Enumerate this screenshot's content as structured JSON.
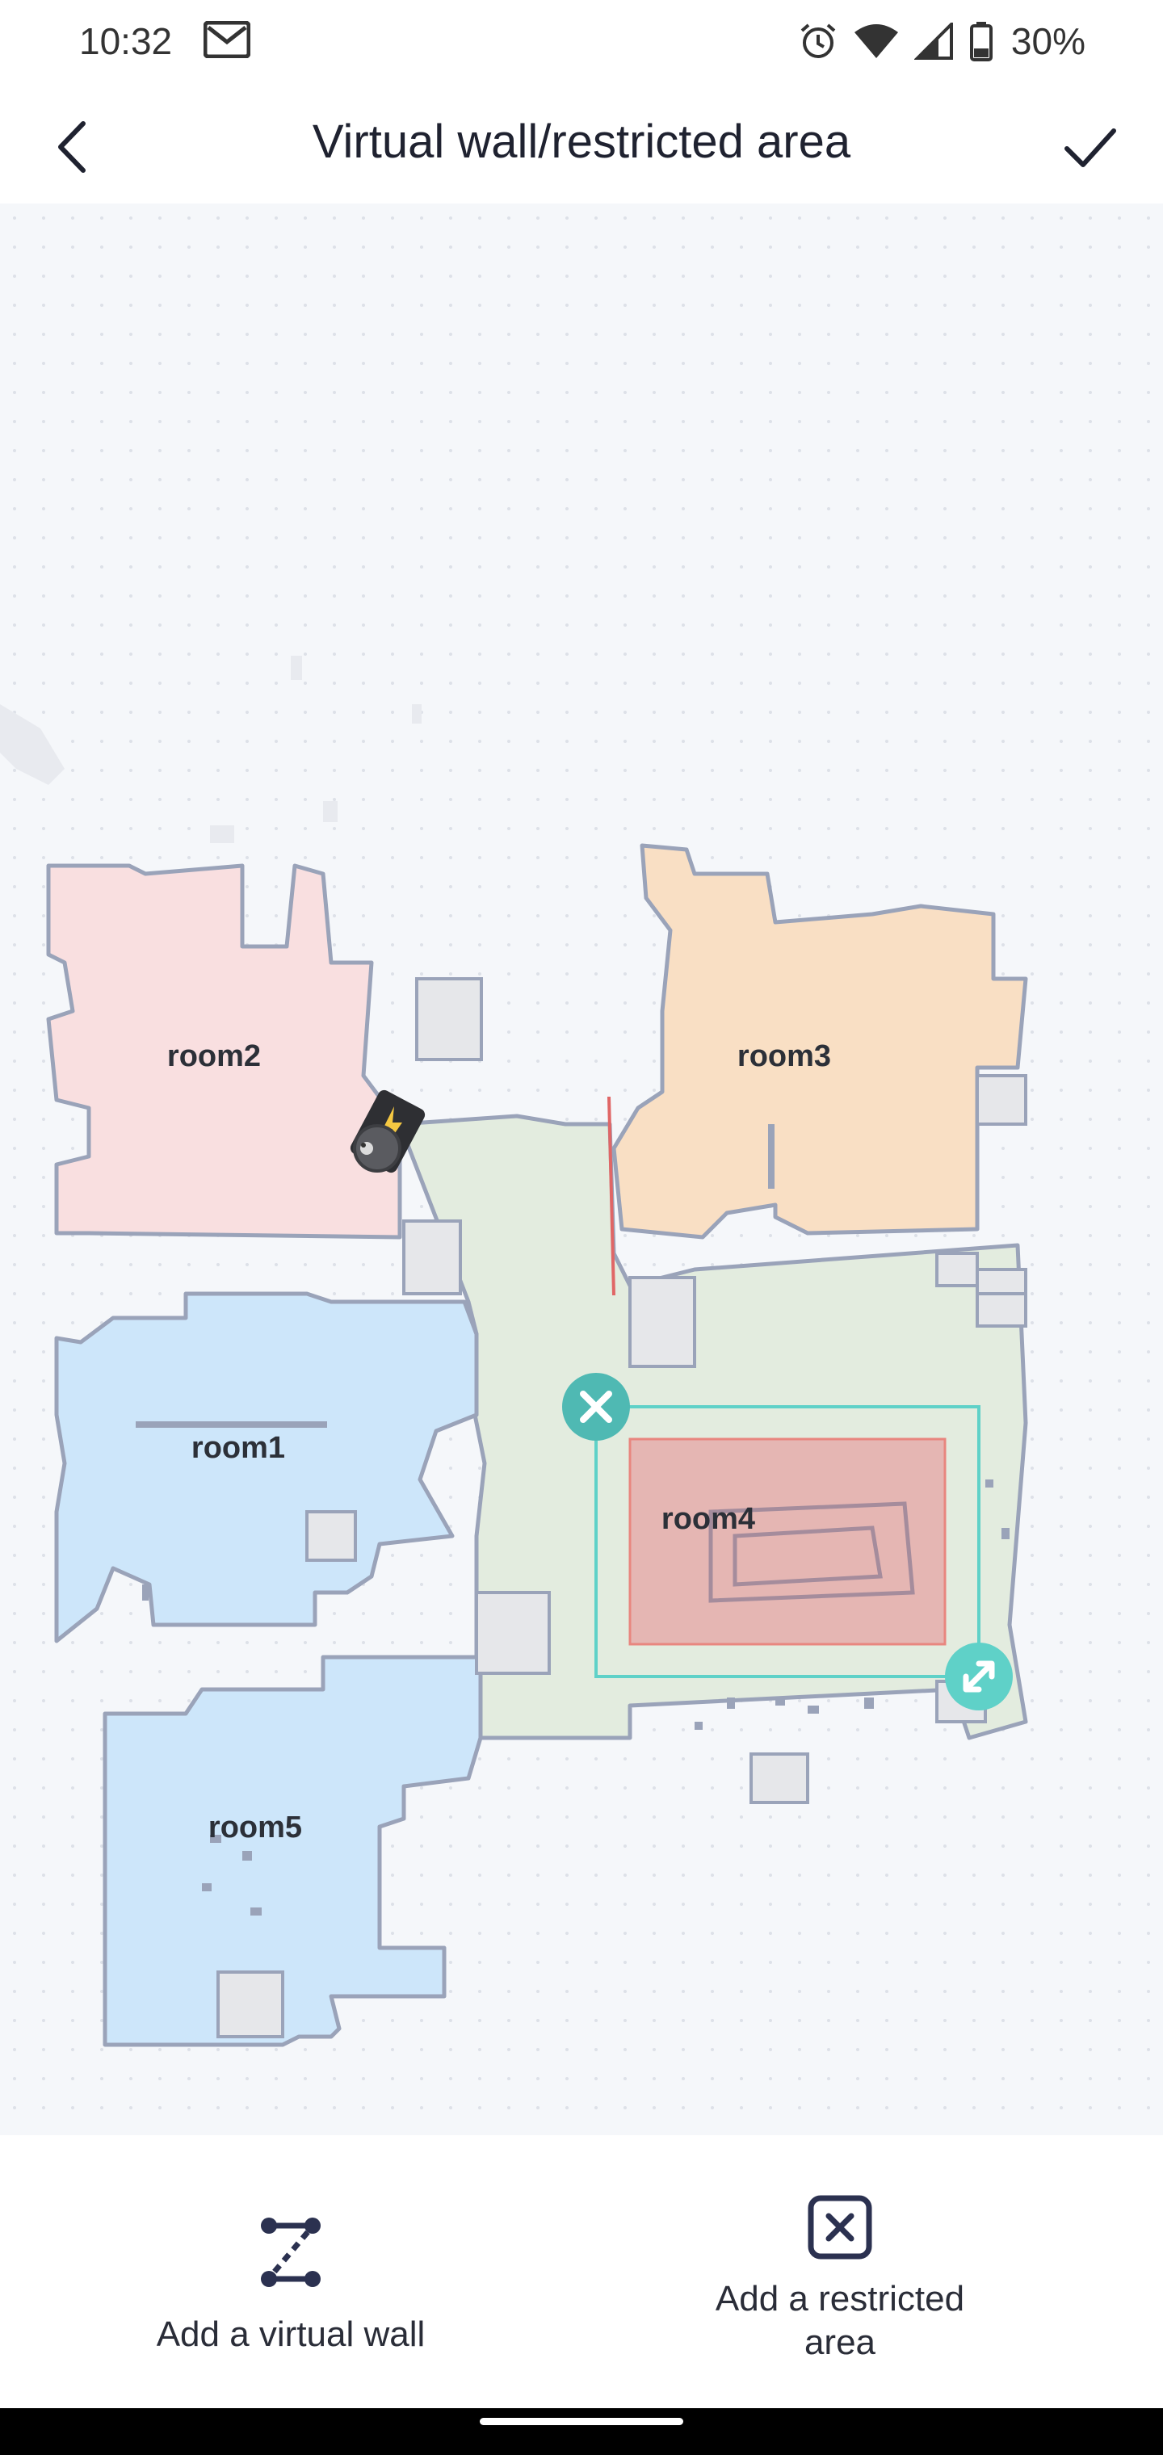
{
  "status_bar": {
    "time": "10:32",
    "battery": "30%",
    "icons": [
      "gmail-icon",
      "alarm-icon",
      "wifi-icon",
      "signal-icon",
      "battery-icon"
    ]
  },
  "header": {
    "title": "Virtual wall/restricted area",
    "back_icon": "chevron-left-icon",
    "confirm_icon": "check-icon"
  },
  "map": {
    "rooms": [
      {
        "id": "room1",
        "label": "room1",
        "color": "#cde6fa"
      },
      {
        "id": "room2",
        "label": "room2",
        "color": "#f9dfe0"
      },
      {
        "id": "room3",
        "label": "room3",
        "color": "#f9dfc4"
      },
      {
        "id": "room4",
        "label": "room4",
        "color": "#e3ecdf"
      },
      {
        "id": "room5",
        "label": "room5",
        "color": "#cde6fa"
      }
    ],
    "restricted_area_color": "#e5b6b3",
    "selection_color": "#5fd1c8",
    "virtual_wall_color": "#e06666",
    "wall_color": "#9aa3b9"
  },
  "toolbar": {
    "virtual_wall_label": "Add a virtual wall",
    "restricted_area_label": "Add a restricted area",
    "virtual_wall_icon": "virtual-wall-icon",
    "restricted_area_icon": "restricted-area-icon"
  }
}
